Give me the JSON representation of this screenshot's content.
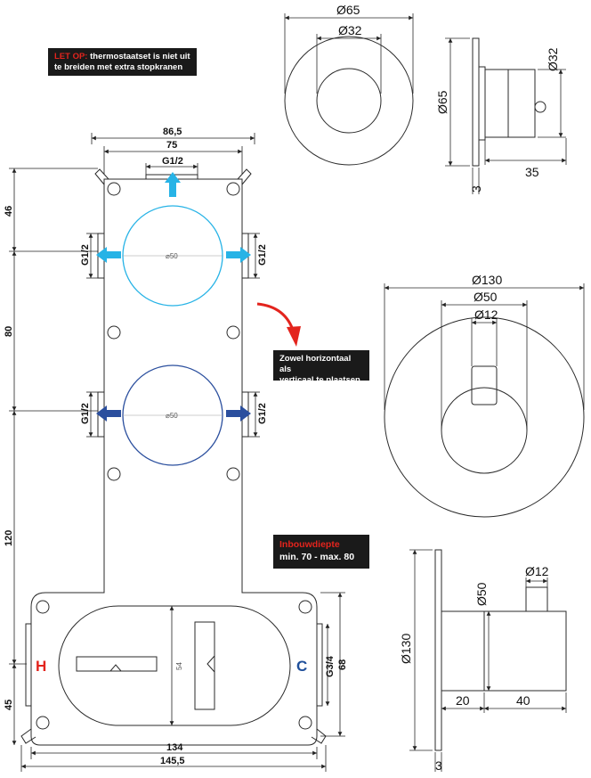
{
  "notes": {
    "warning_prefix": "LET OP:",
    "warning_line1": " thermostaatset is niet uit",
    "warning_line2": "te breiden met extra stopkranen",
    "orientation_line1": "Zowel horizontaal als",
    "orientation_line2": "verticaal te plaatsen.",
    "depth_title": "Inbouwdiepte",
    "depth_range": "min. 70 - max. 80"
  },
  "body_dims": {
    "overall_width": "86,5",
    "inner_width": "75",
    "top_port": "G1/2",
    "left_port_top": "G1/2",
    "right_port_top": "G1/2",
    "left_port_bottom": "G1/2",
    "right_port_bottom": "G1/2",
    "circle_top": "⌀50",
    "circle_bottom": "⌀50",
    "vertical_46": "46",
    "vertical_80": "80",
    "vertical_120": "120",
    "vertical_45": "45",
    "base_width": "134",
    "base_overall": "145,5",
    "base_height": "68",
    "base_port": "G3/4",
    "cutout_height": "54",
    "hot_label": "H",
    "cold_label": "C"
  },
  "small_rosette": {
    "outer_diameter": "Ø65",
    "inner_diameter": "Ø32",
    "side_height": "Ø65",
    "side_spindle": "Ø32",
    "side_depth": "35",
    "side_plate": "3"
  },
  "large_rosette": {
    "outer_diameter": "Ø130",
    "mid_diameter": "Ø50",
    "inner_diameter": "Ø12",
    "side_height": "Ø130",
    "side_body": "Ø50",
    "side_spindle": "Ø12",
    "side_depth_20": "20",
    "side_depth_40": "40",
    "side_plate": "3"
  },
  "colors": {
    "warm_red": "#e3241d",
    "cold_blue": "#1f4f9a",
    "light_blue": "#27b3e6",
    "dark_blue": "#2b4f9e",
    "line": "#2a2a2a"
  }
}
